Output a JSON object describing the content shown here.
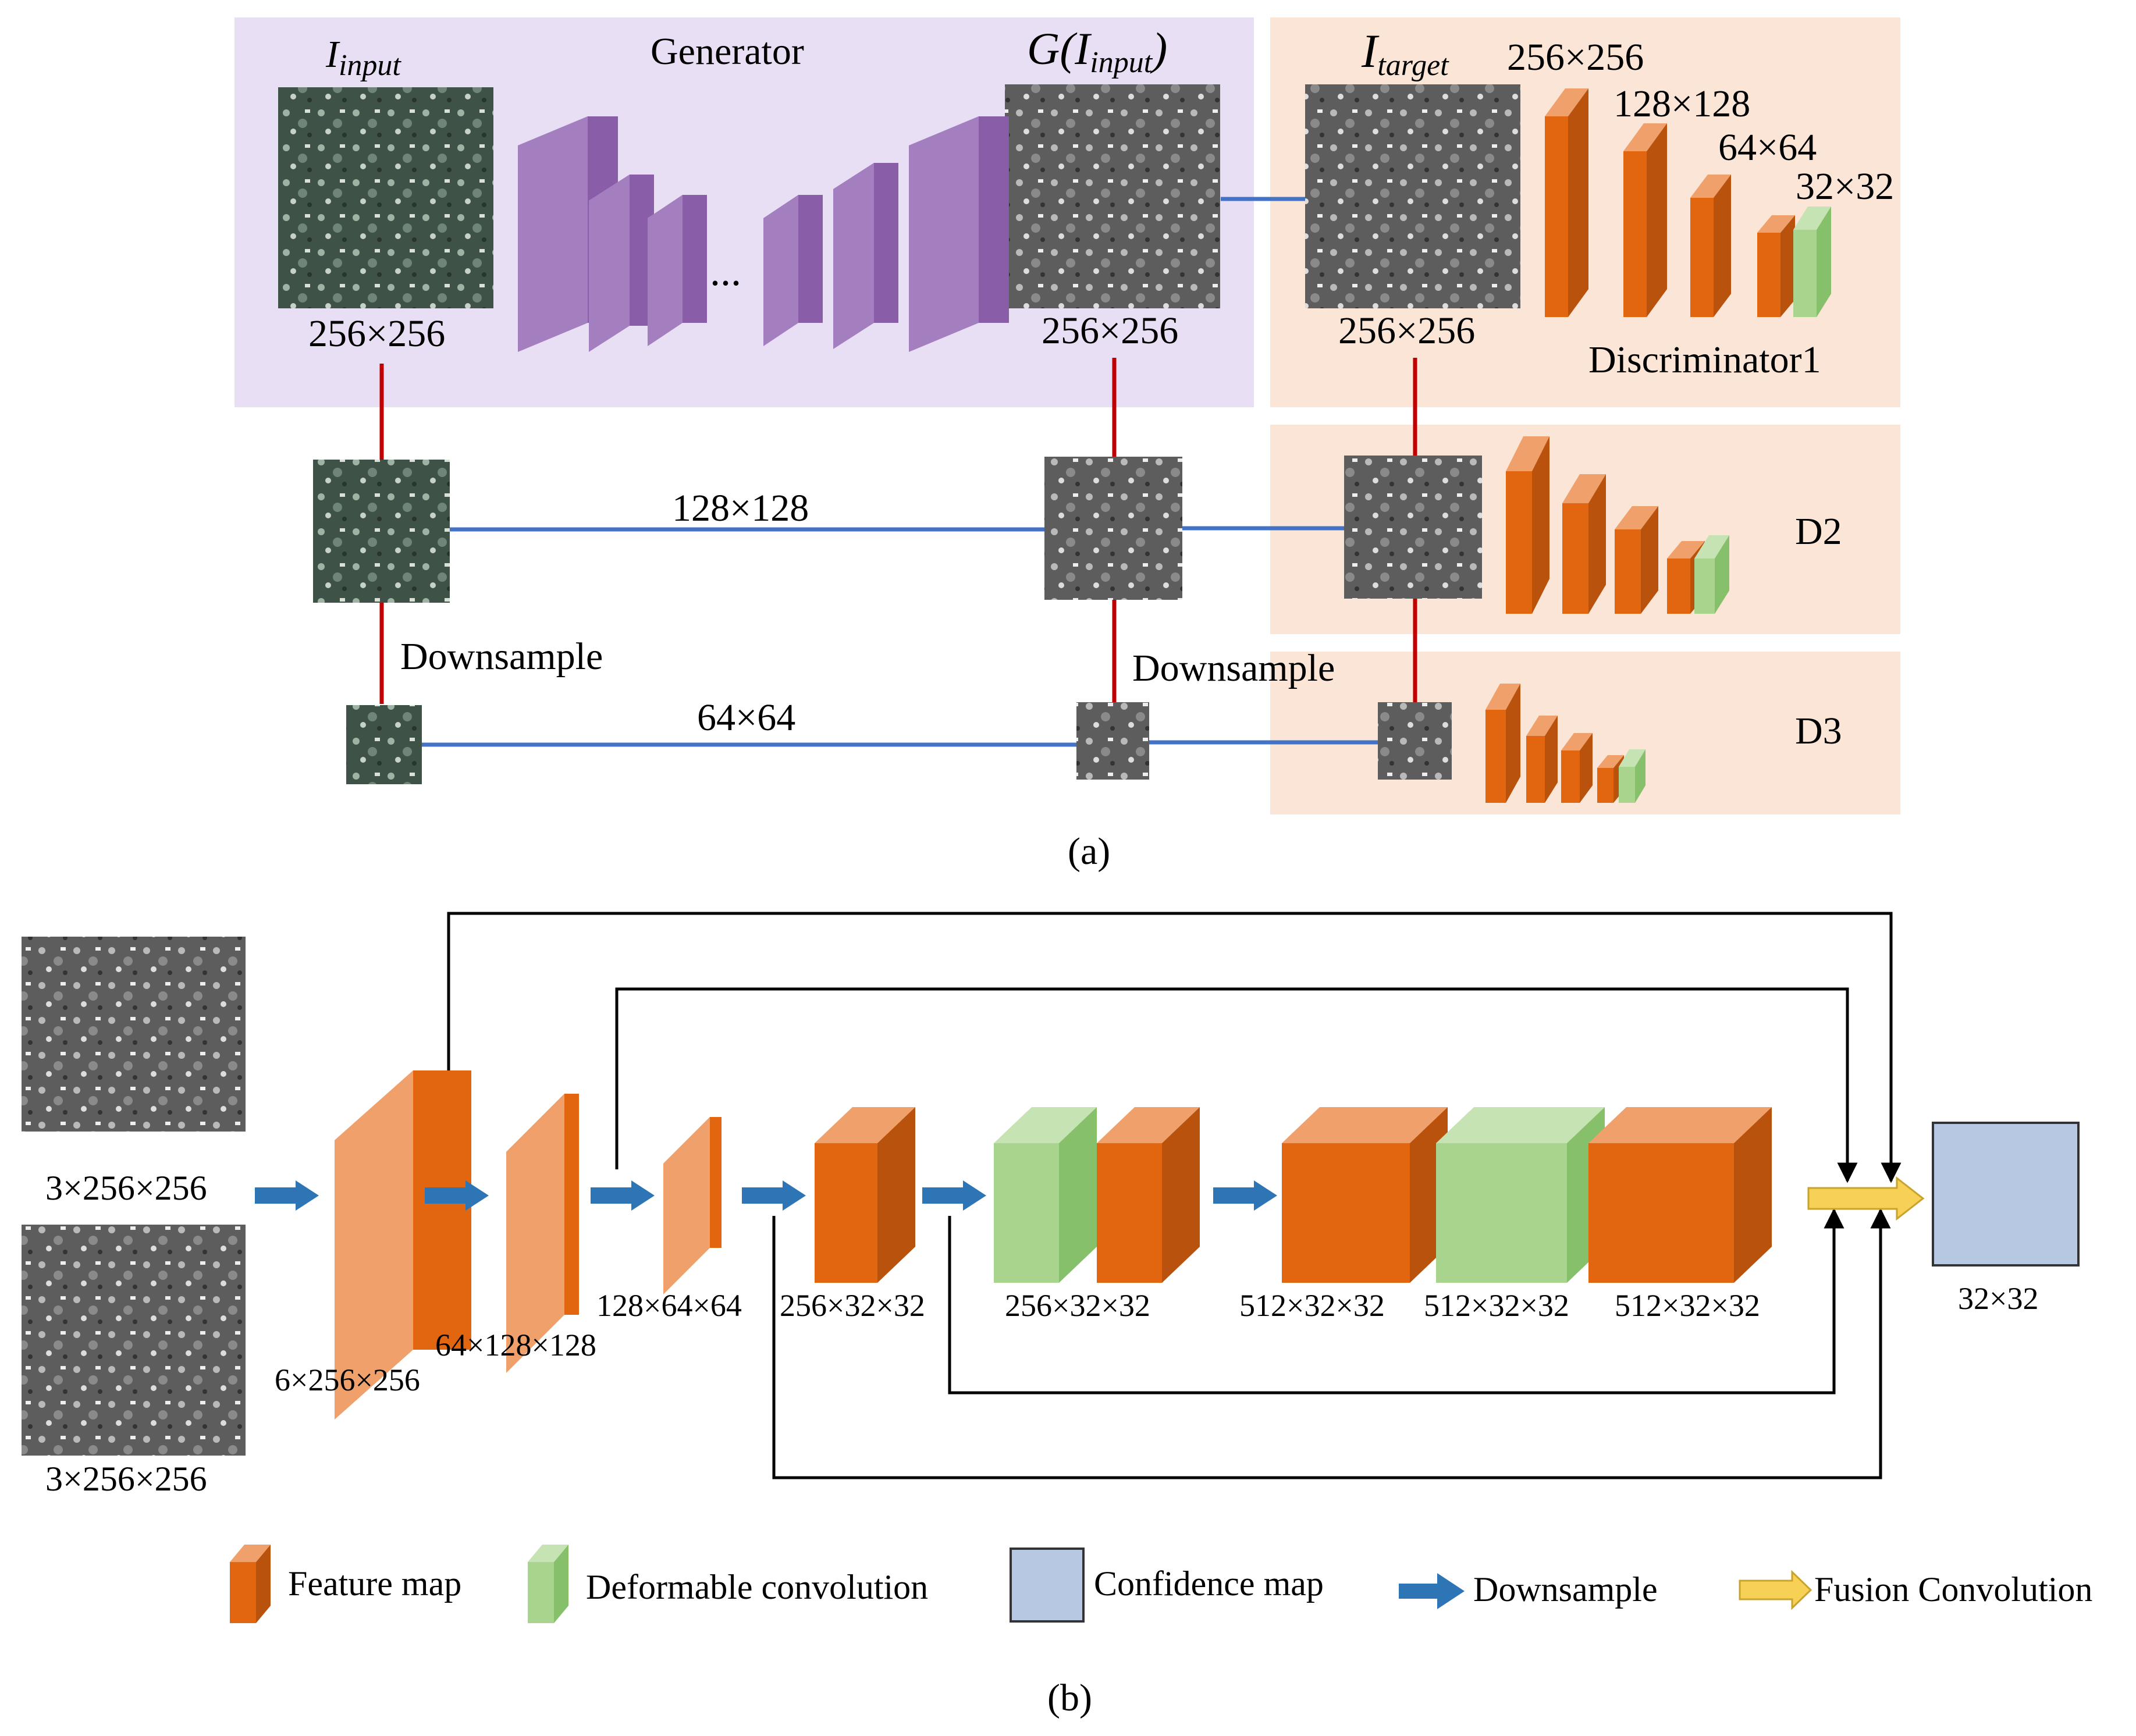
{
  "colors": {
    "generator_panel": "#e9dff5",
    "discriminator_panel": "#fbe5d6",
    "generator_block_front": "#8a5da8",
    "generator_block_side": "#a47fc0",
    "generator_block_top": "#c0a5d6",
    "feature_front": "#e2650f",
    "feature_side": "#b8520c",
    "feature_top": "#f0a06b",
    "deform_front": "#a8d48e",
    "deform_side": "#86c06a",
    "deform_top": "#c6e3b3",
    "confidence": "#b7c9e2",
    "downsample_arrow": "#2e75b6",
    "fusion_arrow": "#f7d155",
    "red_link": "#c00000",
    "blue_link": "#4472c4"
  },
  "panel_a": {
    "caption": "(a)",
    "input_label": "I",
    "input_sub": "input",
    "generator_label": "Generator",
    "gen_output_label": "G(I",
    "gen_output_sub": "input",
    "gen_output_close": ")",
    "target_label": "I",
    "target_sub": "target",
    "size_input": "256×256",
    "size_gen": "256×256",
    "size_target": "256×256",
    "ellipsis": "...",
    "disc_sizes": [
      "256×256",
      "128×128",
      "64×64",
      "32×32"
    ],
    "discriminator1": "Discriminator1",
    "d2": "D2",
    "d3": "D3",
    "row2_size": "128×128",
    "row3_size": "64×64",
    "downsample_left": "Downsample",
    "downsample_right": "Downsample"
  },
  "panel_b": {
    "caption": "(b)",
    "input_top": "3×256×256",
    "input_bottom": "3×256×256",
    "layers": [
      "6×256×256",
      "64×128×128",
      "128×64×64",
      "256×32×32",
      "256×32×32",
      "512×32×32",
      "512×32×32",
      "512×32×32"
    ],
    "output": "32×32",
    "legend": [
      "Feature map",
      "Deformable convolution",
      "Confidence map",
      "Downsample",
      "Fusion Convolution"
    ]
  }
}
